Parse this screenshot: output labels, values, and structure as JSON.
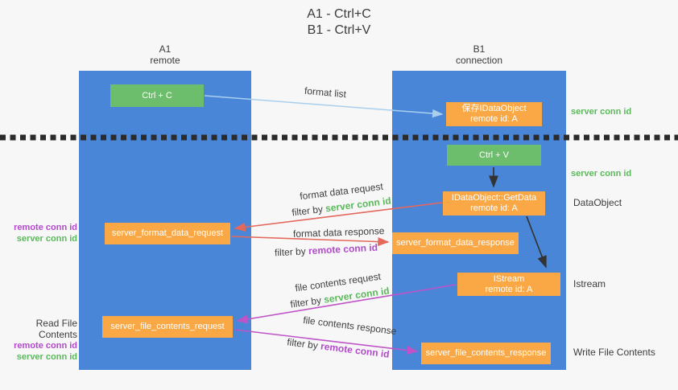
{
  "title": {
    "line1": "A1 - Ctrl+C",
    "line2": "B1 - Ctrl+V"
  },
  "lanes": {
    "a1": {
      "name": "A1",
      "subtitle": "remote"
    },
    "b1": {
      "name": "B1",
      "subtitle": "connection"
    }
  },
  "boxes": {
    "ctrl_c": {
      "label": "Ctrl + C"
    },
    "save_idataobject": {
      "line1": "保存IDataObject",
      "line2": "remote id: A"
    },
    "ctrl_v": {
      "label": "Ctrl + V"
    },
    "getdata": {
      "line1": "IDataObject::GetData",
      "line2": "remote id: A"
    },
    "format_request": {
      "label": "server_format_data_request"
    },
    "format_response": {
      "label": "server_format_data_response"
    },
    "istream": {
      "line1": "IStream",
      "line2": "remote id: A"
    },
    "file_request": {
      "label": "server_file_contents_request"
    },
    "file_response": {
      "label": "server_file_contents_response"
    }
  },
  "arrow_labels": {
    "format_list": "format list",
    "format_data_request": "format data request",
    "filter_by_server_1": {
      "prefix": "filter by ",
      "keyword": "server conn id"
    },
    "format_data_response": "format data response",
    "filter_by_remote_1": {
      "prefix": "filter by ",
      "keyword": "remote conn id"
    },
    "file_contents_request": "file contents request",
    "filter_by_server_2": {
      "prefix": "filter by ",
      "keyword": "server conn id"
    },
    "file_contents_response": "file contents response",
    "filter_by_remote_2": {
      "prefix": "filter by ",
      "keyword": "remote conn id"
    }
  },
  "left_labels": {
    "group1": {
      "remote": "remote conn id",
      "server": "server conn id"
    },
    "group2": {
      "title": "Read File Contents",
      "remote": "remote conn id",
      "server": "server conn id"
    }
  },
  "right_labels": {
    "server_conn_top": "server conn id",
    "server_conn_mid": "server conn id",
    "dataobject": "DataObject",
    "istream": "Istream",
    "write_file": "Write File Contents"
  },
  "colors": {
    "lane_blue": "#4a86d8",
    "box_green": "#6cbe6c",
    "box_orange": "#f9a845",
    "text_green": "#5cb85c",
    "text_purple": "#b14aca",
    "arrow_blue": "#a9cfee",
    "arrow_red": "#e4685c",
    "arrow_magenta": "#bf53c8",
    "arrow_black": "#333333"
  }
}
